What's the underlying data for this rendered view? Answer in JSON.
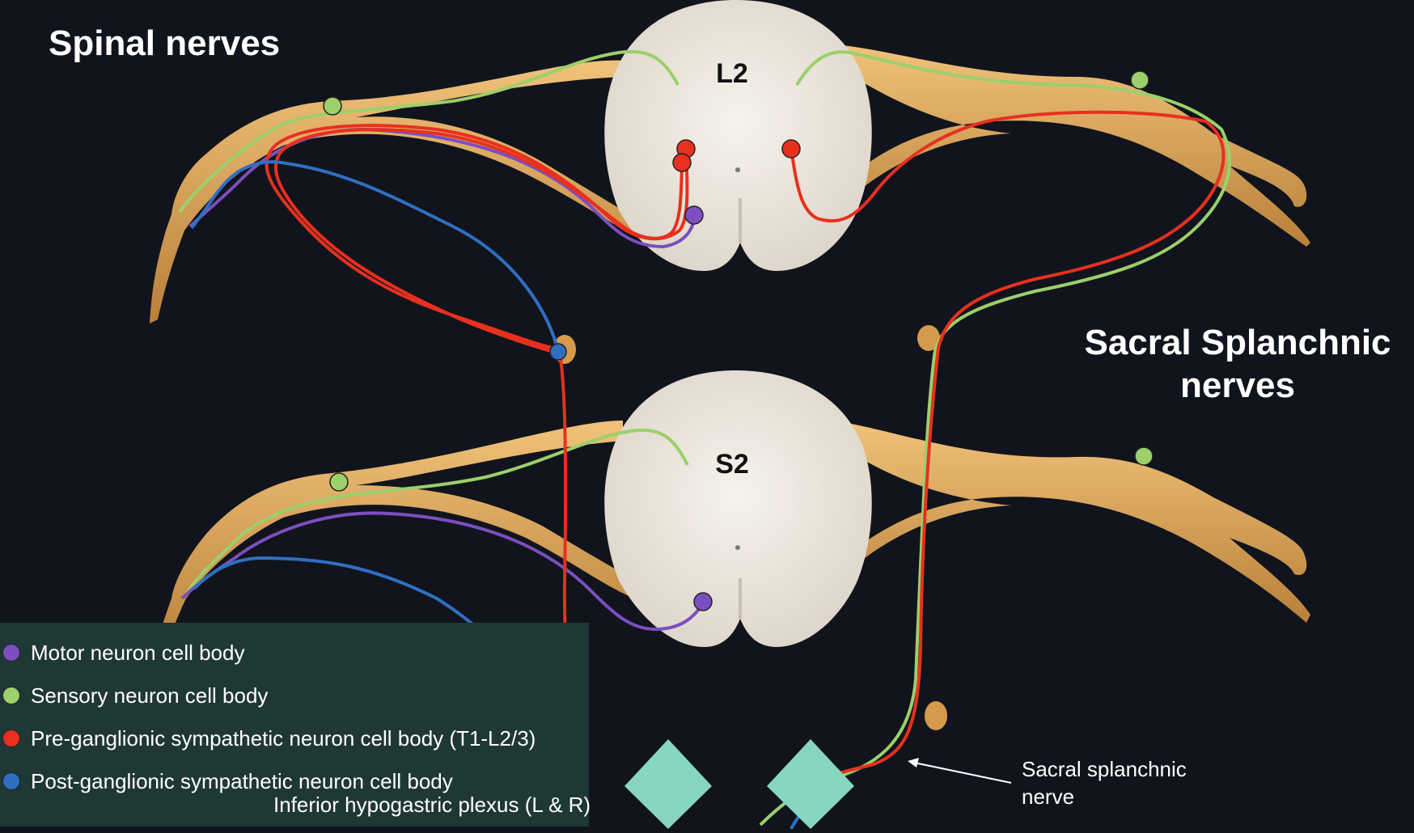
{
  "titles": {
    "left": "Spinal nerves",
    "right_line1": "Sacral Splanchnic",
    "right_line2": "nerves"
  },
  "segments": {
    "upper": "L2",
    "lower": "S2"
  },
  "legend": [
    {
      "label": "Motor neuron cell body",
      "color": "#7b4fc0"
    },
    {
      "label": "Sensory neuron cell body",
      "color": "#9bd06a"
    },
    {
      "label": "Pre-ganglionic sympathetic neuron cell body (T1-L2/3)",
      "color": "#e8301f"
    },
    {
      "label": "Post-ganglionic sympathetic neuron cell body",
      "color": "#2f6fc2"
    }
  ],
  "plexus_label": "Inferior hypogastric plexus (L & R)",
  "annotation": {
    "line1": "Sacral splanchnic",
    "line2": "nerve"
  },
  "colors": {
    "background": "#11141c",
    "nerve": "#d9a253",
    "cord": "#ece6dd",
    "plexus": "#86d6c1",
    "motor": "#7b4fc0",
    "sensory": "#9bd06a",
    "preganglionic": "#e8301f",
    "postganglionic": "#2f6fc2"
  }
}
